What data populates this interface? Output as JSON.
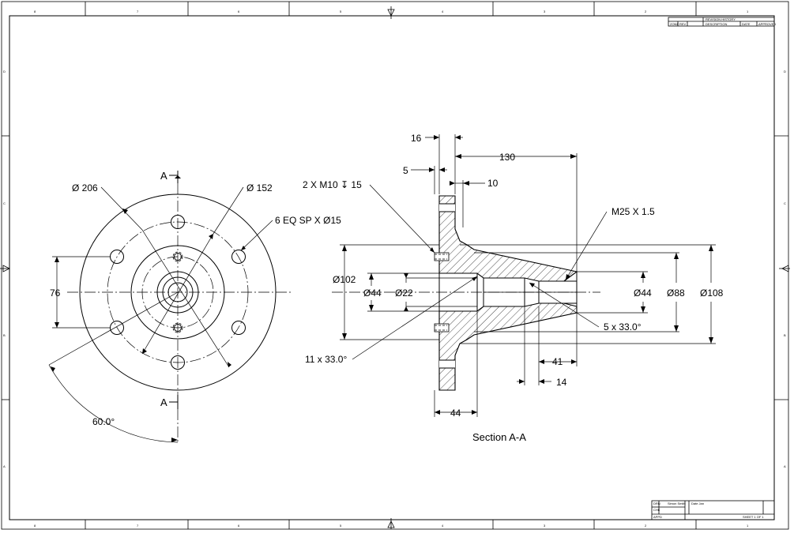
{
  "zones": {
    "top": [
      "8",
      "7",
      "6",
      "5",
      "4",
      "3",
      "2",
      "1"
    ],
    "side": [
      "D",
      "C",
      "B",
      "A"
    ]
  },
  "front_view": {
    "dims": {
      "d206": "Ø 206",
      "d152": "Ø 152",
      "holes": "6 EQ SP X Ø15",
      "d76": "76",
      "angle": "60.0°"
    },
    "section_labels": [
      "A",
      "A"
    ]
  },
  "section_view": {
    "title": "Section A-A",
    "dims": {
      "d16": "16",
      "d5": "5",
      "d130": "130",
      "d10": "10",
      "tap": "2 X M10 ↧ 15",
      "thread": "M25 X 1.5",
      "d102": "Ø102",
      "d44_left": "Ø44",
      "d22": "Ø22",
      "d44_right": "Ø44",
      "d88": "Ø88",
      "d108": "Ø108",
      "chamfer_small": "5 x 33.0°",
      "chamfer_large": "11 x 33.0°",
      "d41": "41",
      "d14": "14",
      "d44_bottom": "44"
    }
  },
  "revision_block": {
    "title": "REVISION HISTORY",
    "headers": [
      "ZONE",
      "REV",
      "DESCRIPTION",
      "DATE",
      "APPROVED"
    ]
  },
  "title_block": {
    "r1": [
      "DRN",
      "Simon Smith",
      "Date Jan"
    ],
    "r2": [
      "CHK",
      ""
    ],
    "r3": [
      "APPD",
      "",
      "SHEET 1 OF 1"
    ]
  }
}
